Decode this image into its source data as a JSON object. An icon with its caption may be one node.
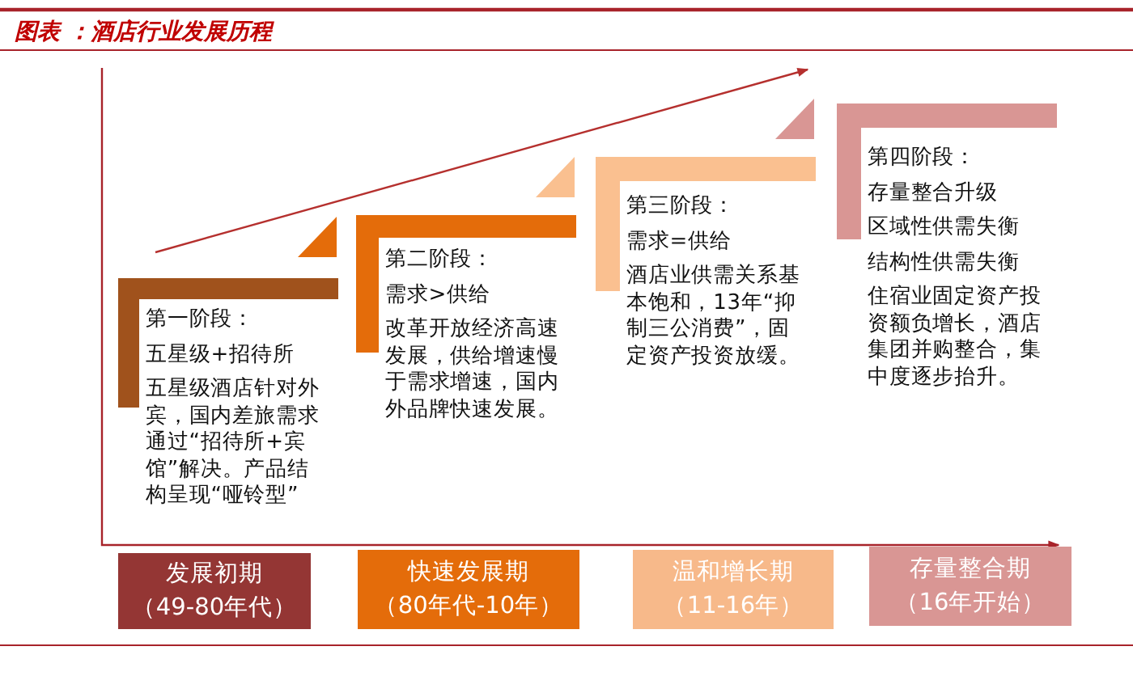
{
  "diagram": {
    "title": "图表 ：酒店行业发展历程",
    "nodes": [
      {
        "text": [
          "第一阶段：",
          "五星级+招待所",
          "五星级酒店针对外宾，国内差旅需求通过“招待所+宾馆”解决。产品结构呈现“哑铃型”"
        ]
      },
      {
        "text": [
          "第二阶段：",
          "需求>供给",
          "改革开放经济高速发展，供给增速慢于需求增速，国内外品牌快速发展。"
        ]
      },
      {
        "text": [
          "第三阶段：",
          "需求=供给",
          "酒店业供需关系基本饱和，13年“抑制三公消费”，固定资产投资放缓。"
        ]
      },
      {
        "text": [
          "第四阶段：",
          "存量整合升级",
          "区域性供需失衡",
          "结构性供需失衡",
          "住宿业固定资产投资额负增长，酒店集团并购整合，集中度逐步抬升。"
        ]
      },
      {
        "text": [
          "发展初期",
          "（49-80年代）"
        ]
      },
      {
        "text": [
          "快速发展期",
          "（80年代-10年）"
        ]
      },
      {
        "text": [
          "温和增长期",
          "（11-16年）"
        ]
      },
      {
        "text": [
          "存量整合期",
          "（16年开始）"
        ]
      }
    ]
  }
}
